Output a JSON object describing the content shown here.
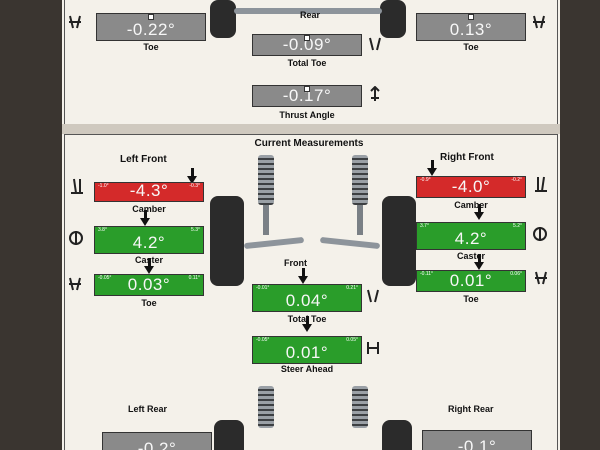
{
  "top_panel": {
    "axle_label": "Rear",
    "left_toe": {
      "value": "-0.22°",
      "label": "Toe"
    },
    "right_toe": {
      "value": "0.13°",
      "label": "Toe"
    },
    "total_toe": {
      "value": "-0.09°",
      "label": "Total Toe"
    },
    "thrust_angle": {
      "value": "-0.17°",
      "label": "Thrust Angle"
    }
  },
  "current": {
    "title": "Current Measurements",
    "left_front": {
      "heading": "Left Front",
      "camber": {
        "value": "-4.3°",
        "label": "Camber",
        "min": "-1.0°",
        "max": "-0.3°",
        "status": "red"
      },
      "caster": {
        "value": "4.2°",
        "label": "Caster",
        "min": "3.8°",
        "max": "5.3°",
        "status": "green"
      },
      "toe": {
        "value": "0.03°",
        "label": "Toe",
        "min": "-0.05°",
        "max": "0.11°",
        "status": "green"
      }
    },
    "right_front": {
      "heading": "Right Front",
      "camber": {
        "value": "-4.0°",
        "label": "Camber",
        "min": "-0.9°",
        "max": "-0.2°",
        "status": "red"
      },
      "caster": {
        "value": "4.2°",
        "label": "Caster",
        "min": "3.7°",
        "max": "5.2°",
        "status": "green"
      },
      "toe": {
        "value": "0.01°",
        "label": "Toe",
        "min": "-0.11°",
        "max": "0.06°",
        "status": "green"
      }
    },
    "front": {
      "heading": "Front",
      "total_toe": {
        "value": "0.04°",
        "label": "Total Toe",
        "min": "-0.01°",
        "max": "0.21°",
        "status": "green"
      },
      "steer_ahead": {
        "value": "0.01°",
        "label": "Steer Ahead",
        "min": "-0.05°",
        "max": "0.05°",
        "status": "green"
      }
    },
    "left_rear": {
      "heading": "Left Rear",
      "value": "-0.2°"
    },
    "right_rear": {
      "heading": "Right Rear",
      "value": "-0.1°"
    }
  },
  "colors": {
    "out_of_spec": "#d42a2a",
    "in_spec": "#2a9d2a",
    "neutral": "#8a8a8a"
  },
  "icons": [
    "toe-icon",
    "camber-icon",
    "caster-icon",
    "thrust-angle-icon",
    "steer-ahead-icon",
    "suspension-assembly"
  ]
}
